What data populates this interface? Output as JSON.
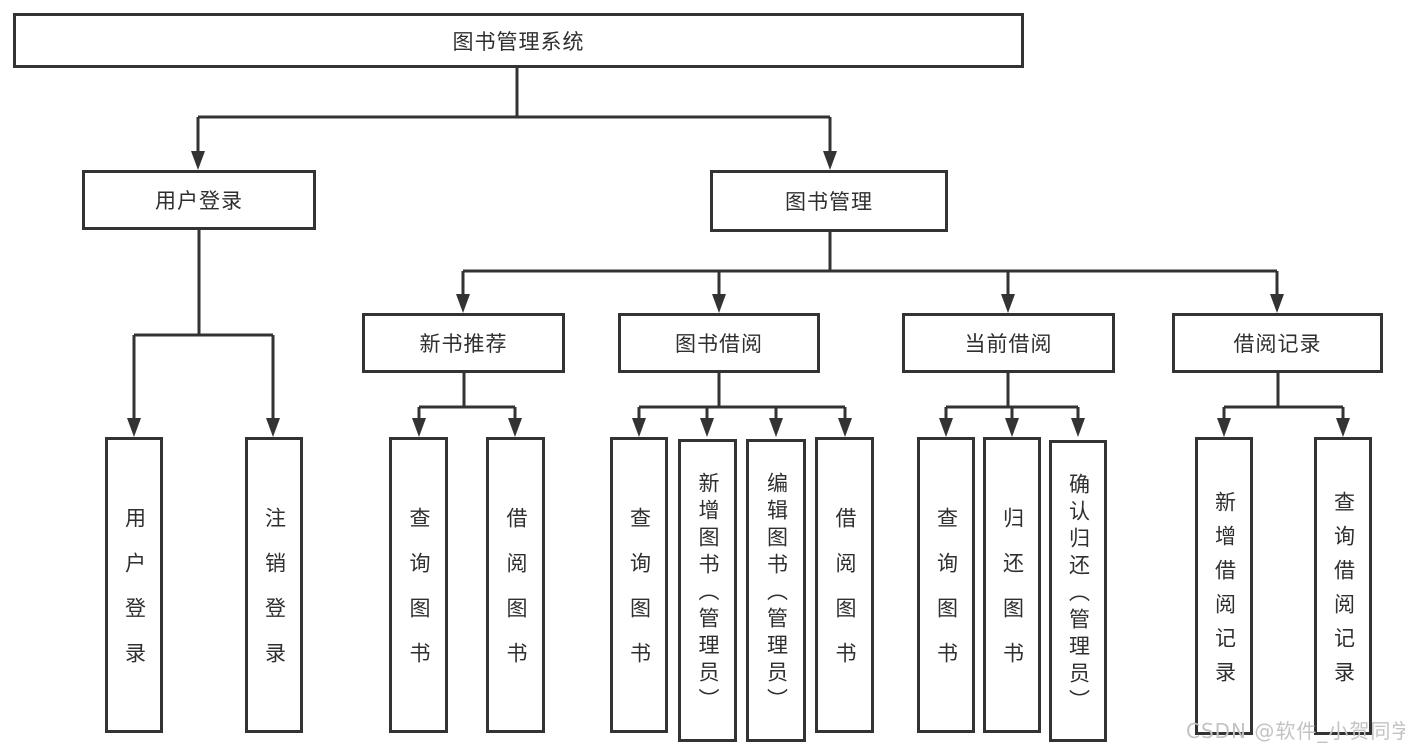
{
  "diagram_title": "图书管理系统",
  "tree": {
    "root": {
      "label": "图书管理系统",
      "children": [
        {
          "label": "用户登录",
          "children": [
            {
              "label": "用户登录"
            },
            {
              "label": "注销登录"
            }
          ]
        },
        {
          "label": "图书管理",
          "children": [
            {
              "label": "新书推荐",
              "children": [
                {
                  "label": "查询图书"
                },
                {
                  "label": "借阅图书"
                }
              ]
            },
            {
              "label": "图书借阅",
              "children": [
                {
                  "label": "查询图书"
                },
                {
                  "label": "新增图书（管理员）"
                },
                {
                  "label": "编辑图书（管理员）"
                },
                {
                  "label": "借阅图书"
                }
              ]
            },
            {
              "label": "当前借阅",
              "children": [
                {
                  "label": "查询图书"
                },
                {
                  "label": "归还图书"
                },
                {
                  "label": "确认归还（管理员）"
                }
              ]
            },
            {
              "label": "借阅记录",
              "children": [
                {
                  "label": "新增借阅记录"
                },
                {
                  "label": "查询借阅记录"
                }
              ]
            }
          ]
        }
      ]
    }
  },
  "watermark": {
    "text": "CSDN @软件_小贺同学"
  },
  "colors": {
    "line": "#333333",
    "text": "#2f2f2f",
    "background": "#ffffff",
    "watermark": "#c3c3c3"
  }
}
